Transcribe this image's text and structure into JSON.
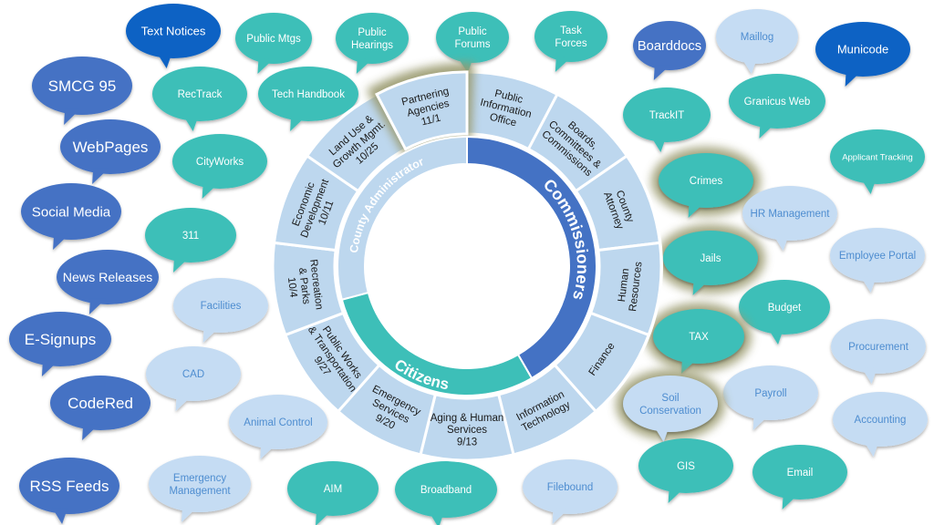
{
  "wheel": {
    "inner": [
      {
        "label": "Commissioners",
        "color": "#4472C4",
        "text_color": "#ffffff"
      },
      {
        "label": "Citizens",
        "color": "#3DBFB8",
        "text_color": "#ffffff"
      },
      {
        "label": "County Administrator",
        "color": "#BDD7EE",
        "text_color": "#ffffff"
      }
    ],
    "outer": [
      {
        "lines": [
          "Public",
          "Information",
          "Office"
        ]
      },
      {
        "lines": [
          "Boards,",
          "Committees &",
          "Commissions"
        ]
      },
      {
        "lines": [
          "County",
          "Attorney"
        ]
      },
      {
        "lines": [
          "Human",
          "Resources"
        ]
      },
      {
        "lines": [
          "Finance"
        ]
      },
      {
        "lines": [
          "Information",
          "Technology"
        ]
      },
      {
        "lines": [
          "Aging & Human",
          "Services",
          "9/13"
        ]
      },
      {
        "lines": [
          "Emergency",
          "Services",
          "9/20"
        ]
      },
      {
        "lines": [
          "Public Works",
          "& Transportation",
          "9/27"
        ]
      },
      {
        "lines": [
          "Recreation",
          "& Parks",
          "10/4"
        ]
      },
      {
        "lines": [
          "Economic",
          "Development",
          "10/11"
        ]
      },
      {
        "lines": [
          "Land Use &",
          "Growth Mgmt.",
          "10/25"
        ]
      },
      {
        "lines": [
          "Partnering",
          "Agencies",
          "11/1"
        ],
        "highlight": true
      }
    ]
  },
  "colors": {
    "dark_blue": "#4472C4",
    "navy": "#0B62C4",
    "teal": "#3DBFB8",
    "light_blue": "#C5DCF3",
    "outer_ring": "#BDD7EE",
    "olive_glow": "#9A9A6E",
    "light_text": "#4E8DD0"
  },
  "bubbles": [
    {
      "id": "text-notices",
      "lines": [
        "Text Notices"
      ],
      "style": "navy"
    },
    {
      "id": "public-mtgs",
      "lines": [
        "Public Mtgs"
      ],
      "style": "teal"
    },
    {
      "id": "public-hearings",
      "lines": [
        "Public",
        "Hearings"
      ],
      "style": "teal"
    },
    {
      "id": "public-forums",
      "lines": [
        "Public",
        "Forums"
      ],
      "style": "teal"
    },
    {
      "id": "task-forces",
      "lines": [
        "Task",
        "Forces"
      ],
      "style": "teal"
    },
    {
      "id": "boarddocs",
      "lines": [
        "Boarddocs"
      ],
      "style": "blue"
    },
    {
      "id": "maillog",
      "lines": [
        "Maillog"
      ],
      "style": "light"
    },
    {
      "id": "municode",
      "lines": [
        "Municode"
      ],
      "style": "navy"
    },
    {
      "id": "smcg-95",
      "lines": [
        "SMCG 95"
      ],
      "style": "blue"
    },
    {
      "id": "rectrack",
      "lines": [
        "RecTrack"
      ],
      "style": "teal"
    },
    {
      "id": "tech-handbook",
      "lines": [
        "Tech Handbook"
      ],
      "style": "teal"
    },
    {
      "id": "granicus-web",
      "lines": [
        "Granicus Web"
      ],
      "style": "teal"
    },
    {
      "id": "trackit",
      "lines": [
        "TrackIT"
      ],
      "style": "teal"
    },
    {
      "id": "webpages",
      "lines": [
        "WebPages"
      ],
      "style": "blue"
    },
    {
      "id": "cityworks",
      "lines": [
        "CityWorks"
      ],
      "style": "teal"
    },
    {
      "id": "applicant-tracking",
      "lines": [
        "Applicant Tracking"
      ],
      "style": "teal"
    },
    {
      "id": "crimes",
      "lines": [
        "Crimes"
      ],
      "style": "teal",
      "glow": true
    },
    {
      "id": "social-media",
      "lines": [
        "Social Media"
      ],
      "style": "blue"
    },
    {
      "id": "hr-management",
      "lines": [
        "HR Management"
      ],
      "style": "light"
    },
    {
      "id": "311",
      "lines": [
        "311"
      ],
      "style": "teal"
    },
    {
      "id": "jails",
      "lines": [
        "Jails"
      ],
      "style": "teal",
      "glow": true
    },
    {
      "id": "employee-portal",
      "lines": [
        "Employee Portal"
      ],
      "style": "light"
    },
    {
      "id": "news-releases",
      "lines": [
        "News Releases"
      ],
      "style": "blue"
    },
    {
      "id": "facilities",
      "lines": [
        "Facilities"
      ],
      "style": "light"
    },
    {
      "id": "budget",
      "lines": [
        "Budget"
      ],
      "style": "teal"
    },
    {
      "id": "e-signups",
      "lines": [
        "E-Signups"
      ],
      "style": "blue"
    },
    {
      "id": "tax",
      "lines": [
        "TAX"
      ],
      "style": "teal",
      "glow": true
    },
    {
      "id": "procurement",
      "lines": [
        "Procurement"
      ],
      "style": "light"
    },
    {
      "id": "cad",
      "lines": [
        "CAD"
      ],
      "style": "light"
    },
    {
      "id": "payroll",
      "lines": [
        "Payroll"
      ],
      "style": "light"
    },
    {
      "id": "soil-conservation",
      "lines": [
        "Soil",
        "Conservation"
      ],
      "style": "light",
      "glow": true
    },
    {
      "id": "codered",
      "lines": [
        "CodeRed"
      ],
      "style": "blue"
    },
    {
      "id": "animal-control",
      "lines": [
        "Animal Control"
      ],
      "style": "light"
    },
    {
      "id": "accounting",
      "lines": [
        "Accounting"
      ],
      "style": "light"
    },
    {
      "id": "gis",
      "lines": [
        "GIS"
      ],
      "style": "teal"
    },
    {
      "id": "email",
      "lines": [
        "Email"
      ],
      "style": "teal"
    },
    {
      "id": "rss-feeds",
      "lines": [
        "RSS Feeds"
      ],
      "style": "blue"
    },
    {
      "id": "emergency-management",
      "lines": [
        "Emergency",
        "Management"
      ],
      "style": "light"
    },
    {
      "id": "aim",
      "lines": [
        "AIM"
      ],
      "style": "teal"
    },
    {
      "id": "broadband",
      "lines": [
        "Broadband"
      ],
      "style": "teal"
    },
    {
      "id": "filebound",
      "lines": [
        "Filebound"
      ],
      "style": "light"
    }
  ]
}
